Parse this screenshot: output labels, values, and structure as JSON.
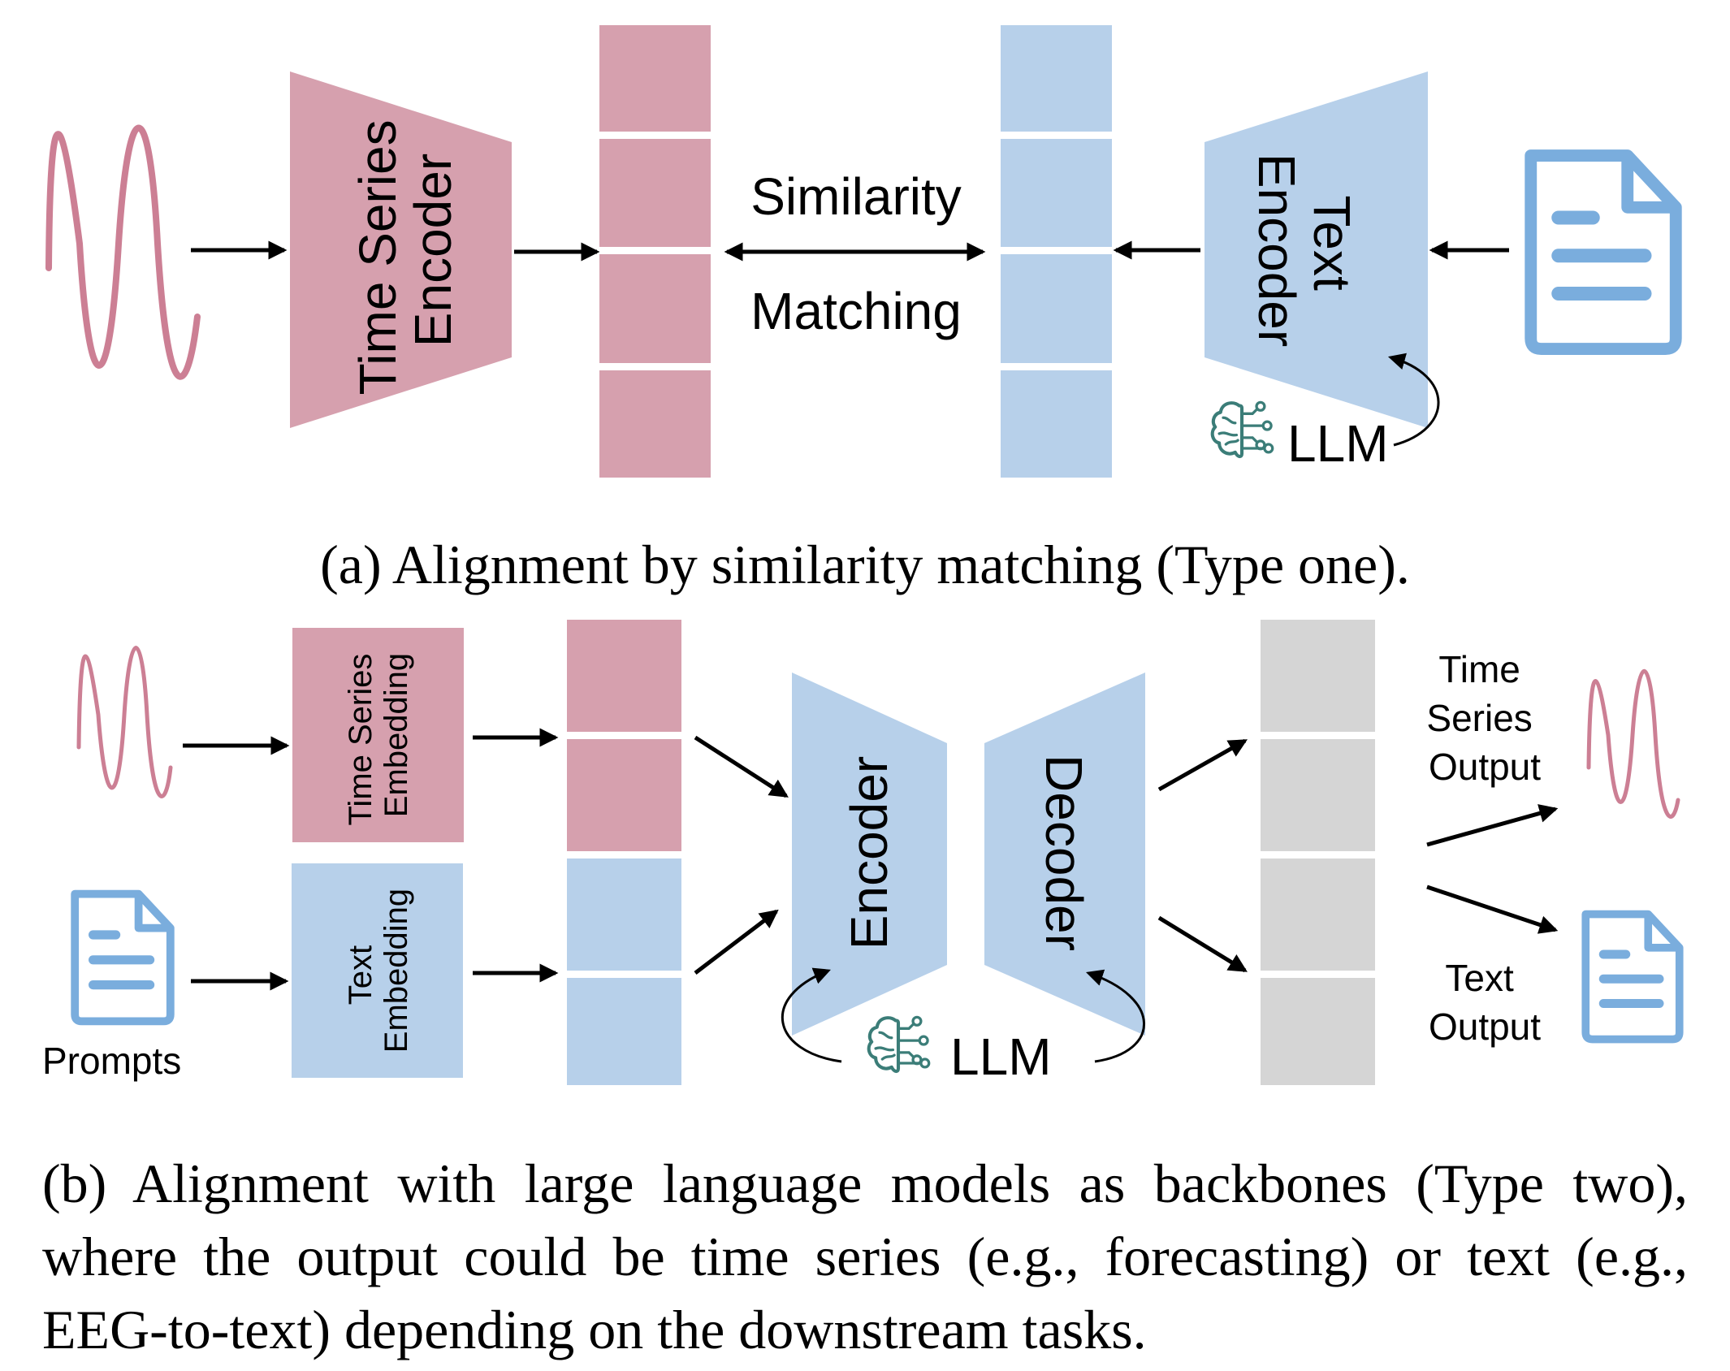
{
  "colors": {
    "pink": "#d6a0ae",
    "blue": "#b7d0ea",
    "gray": "#d5d5d5",
    "wave_pink": "#cc7f94",
    "doc_blue": "#7aaddd",
    "brain_teal": "#3b7d78",
    "arrow": "#000000"
  },
  "icons": {
    "wave": "sine-wave-icon",
    "doc": "document-icon",
    "brain": "brain-circuit-icon"
  },
  "panel_a": {
    "encoder_left": "Time Series\nEncoder",
    "encoder_right": "Text\nEncoder",
    "similarity_top": "Similarity",
    "similarity_bottom": "Matching",
    "llm": "LLM",
    "caption": "(a) Alignment by similarity matching (Type one)."
  },
  "panel_b": {
    "ts_embedding": "Time Series\nEmbedding",
    "text_embedding": "Text\nEmbedding",
    "prompts": "Prompts",
    "encoder": "Encoder",
    "decoder": "Decoder",
    "llm": "LLM",
    "ts_output": "Time\nSeries\nOutput",
    "text_output": "Text\nOutput",
    "caption": "(b) Alignment with large language models as backbones (Type two), where the output could be time series (e.g., forecasting) or text (e.g., EEG-to-text) depending on the downstream tasks."
  }
}
